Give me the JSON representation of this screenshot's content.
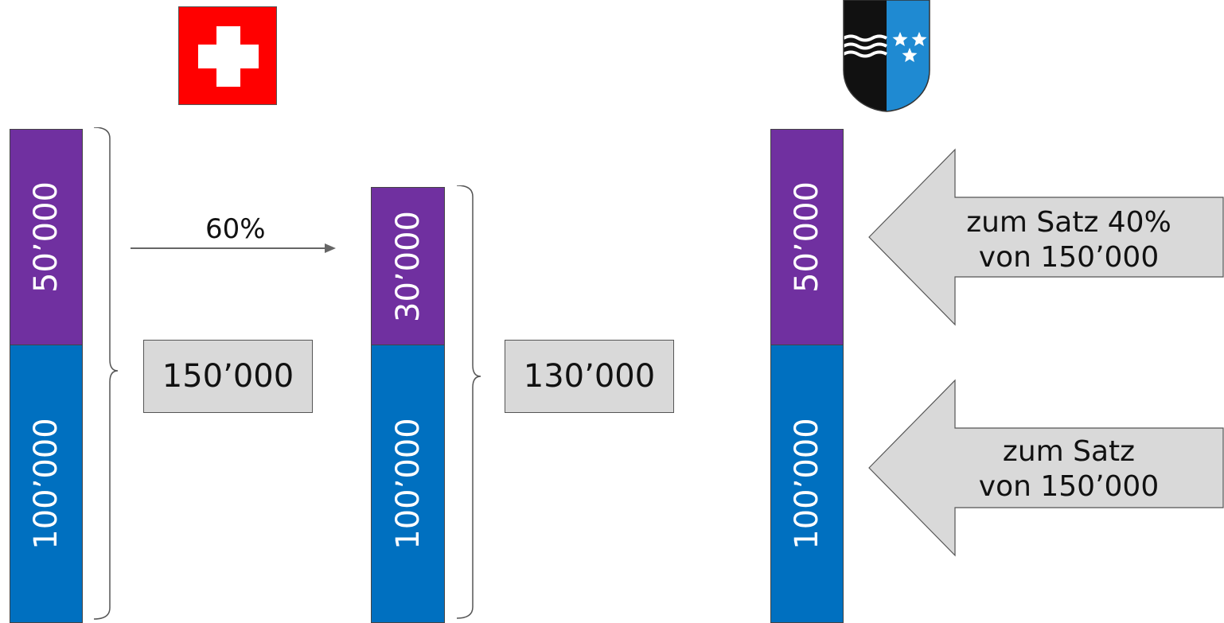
{
  "flags": {
    "swiss_flag": "swiss-flag",
    "aargau_coat_of_arms": "aargau-coat-of-arms"
  },
  "colors": {
    "purple": "#7030a0",
    "blue": "#0070c0",
    "gray_box": "#d9d9d9",
    "swiss_red": "#ff0000"
  },
  "left_column": {
    "top_segment": "50’000",
    "bottom_segment": "100’000",
    "total_box": "150’000"
  },
  "transfer_arrow": {
    "label": "60%"
  },
  "middle_column": {
    "top_segment": "30’000",
    "bottom_segment": "100’000",
    "total_box": "130’000"
  },
  "right_column": {
    "top_segment": "50’000",
    "bottom_segment": "100’000"
  },
  "rate_arrows": [
    {
      "line1": "zum Satz 40%",
      "line2": "von 150’000"
    },
    {
      "line1": "zum Satz",
      "line2": "von 150’000"
    }
  ]
}
